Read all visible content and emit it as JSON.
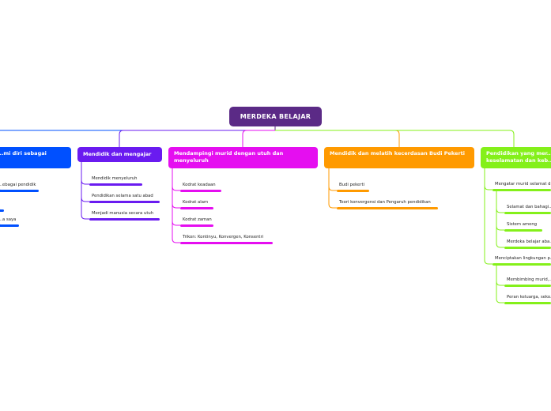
{
  "root": {
    "label": "MERDEKA BELAJAR",
    "color": "#5b2a86"
  },
  "branches": [
    {
      "label": "...mi diri sebagai",
      "color": "#0050ff",
      "leaves": [
        {
          "label": "...ebagai pendidik",
          "sub": []
        },
        {
          "label": "",
          "sub": []
        },
        {
          "label": "...a saya",
          "sub": []
        }
      ]
    },
    {
      "label": "Mendidik dan mengajar",
      "color": "#6a1bf0",
      "leaves": [
        {
          "label": "Mendidik menyeluruh",
          "sub": []
        },
        {
          "label": "Pendidikan selama satu abad",
          "sub": []
        },
        {
          "label": "Menjadi manusia secara utuh",
          "sub": []
        }
      ]
    },
    {
      "label": "Mendampingi murid dengan utuh dan menyeluruh",
      "color": "#e50ef0",
      "leaves": [
        {
          "label": "Kodrat keadaan",
          "sub": []
        },
        {
          "label": "Kodrat alam",
          "sub": []
        },
        {
          "label": "Kodrat zaman",
          "sub": []
        },
        {
          "label": "Trikon: Kontinyu, Konvergen, Konsentri",
          "sub": []
        }
      ]
    },
    {
      "label": "Mendidik dan melatih kecerdasan Budi Pekerti",
      "color": "#ff9a00",
      "leaves": [
        {
          "label": "Budi pekerti",
          "sub": []
        },
        {
          "label": "Teori konvergensi dan Pengaruh pendidikan",
          "sub": []
        }
      ]
    },
    {
      "label": "Pendidikan yang mer... keselamatan dan keb...",
      "color": "#84f01a",
      "leaves": [
        {
          "label": "Mengatar murid selamat d...",
          "sub": [
            "Selamat dan bahagi...",
            "Sistem among",
            "Merdeka belajar aba..."
          ]
        },
        {
          "label": "Menciptakan lingkungan p...",
          "sub": [
            "Membimbing murid,...",
            "Peran keluarga, seko..."
          ]
        }
      ]
    }
  ]
}
